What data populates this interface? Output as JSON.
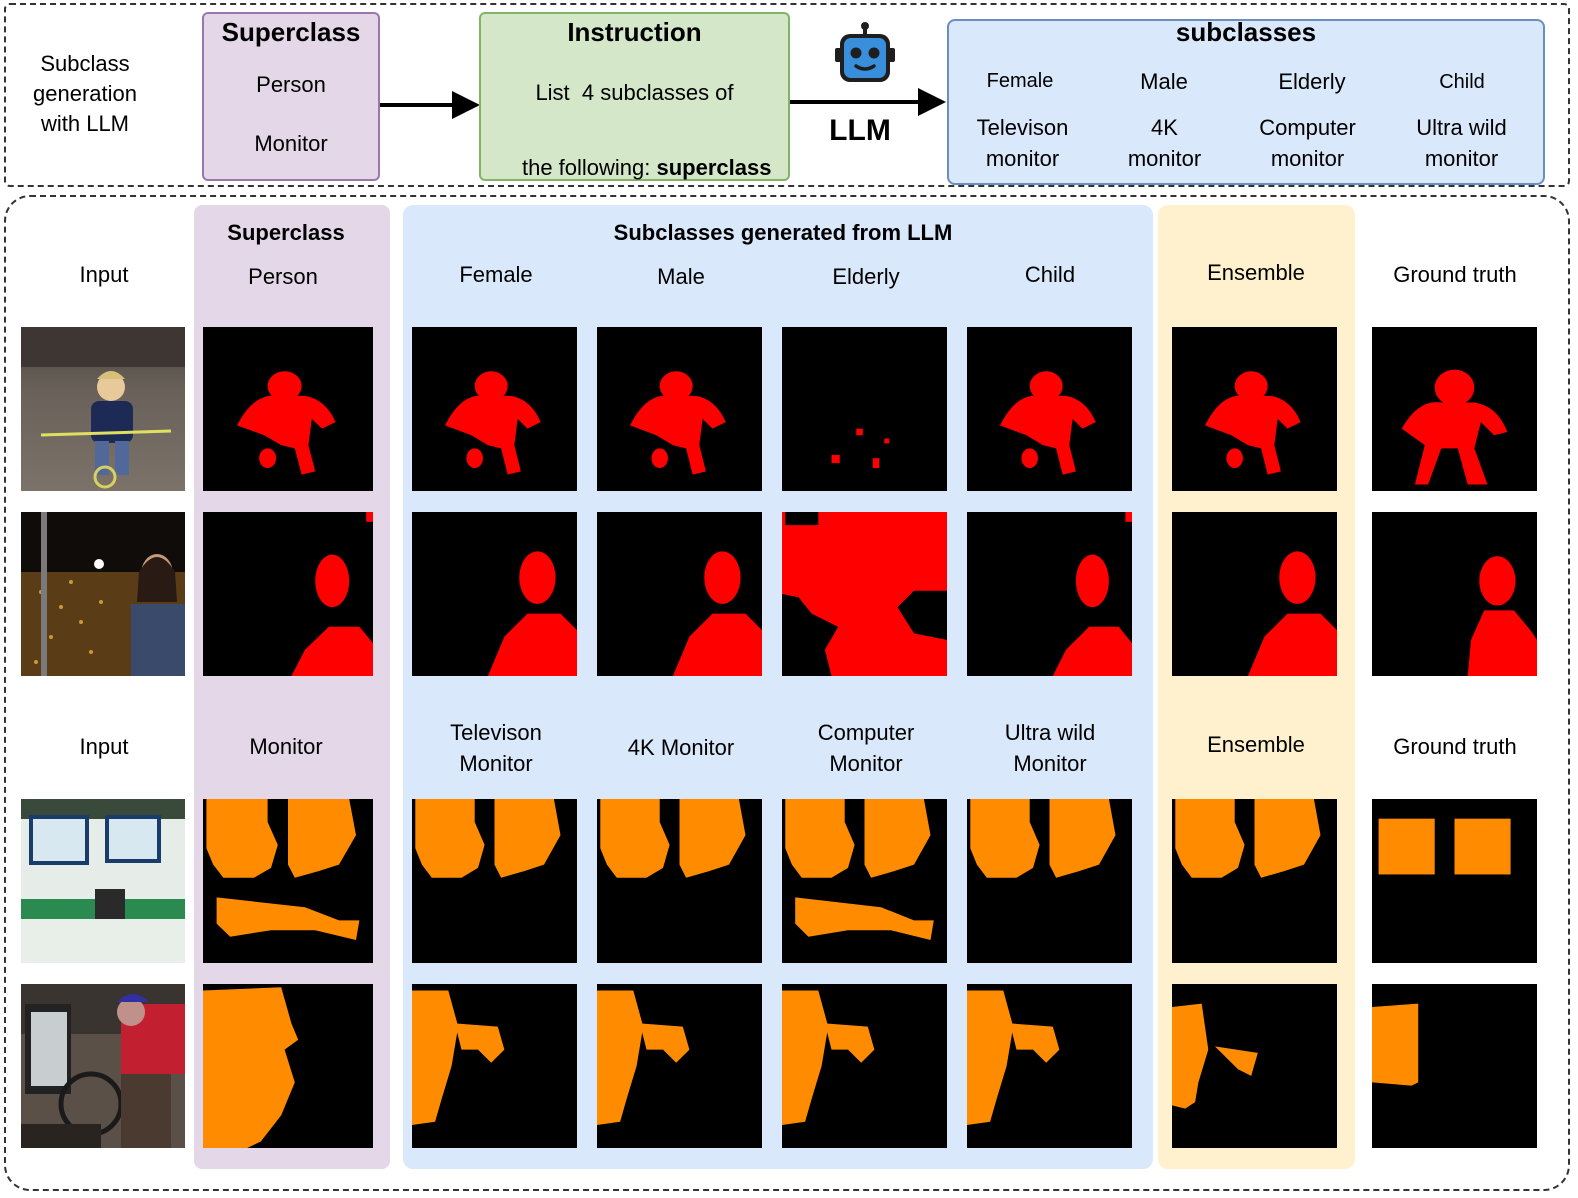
{
  "top": {
    "left_label": [
      "Subclass",
      "generation",
      "with LLM"
    ],
    "superclass_box": {
      "title": "Superclass",
      "items": [
        "Person",
        "Monitor"
      ]
    },
    "instruction_box": {
      "title": "Instruction",
      "line1": "List  4 subclasses of",
      "line2_prefix": "the following: ",
      "line2_bold": "superclass"
    },
    "llm_label": "LLM",
    "subclasses_box": {
      "title": "subclasses",
      "row1": [
        "Female",
        "Male",
        "Elderly",
        "Child"
      ],
      "row2": [
        [
          "Televison",
          "monitor"
        ],
        [
          "4K",
          "monitor"
        ],
        [
          "Computer",
          "monitor"
        ],
        [
          "Ultra wild",
          "monitor"
        ]
      ]
    }
  },
  "grid": {
    "person_section": {
      "input_label": "Input",
      "superclass_title": "Superclass",
      "superclass_name": "Person",
      "llm_title": "Subclasses generated from LLM",
      "subclasses": [
        "Female",
        "Male",
        "Elderly",
        "Child"
      ],
      "ensemble_label": "Ensemble",
      "ground_truth_label": "Ground truth"
    },
    "monitor_section": {
      "input_label": "Input",
      "superclass_name": "Monitor",
      "subclasses": [
        [
          "Televison",
          "Monitor"
        ],
        [
          "4K Monitor"
        ],
        [
          "Computer",
          "Monitor"
        ],
        [
          "Ultra wild",
          "Monitor"
        ]
      ],
      "ensemble_label": "Ensemble",
      "ground_truth_label": "Ground truth"
    },
    "mask_colors": {
      "person": "#ff0000",
      "monitor": "#ff8c00"
    }
  },
  "colors": {
    "purple_fill": "#e3d7e8",
    "green_fill": "#d4e8c9",
    "blue_fill": "#dae8fb",
    "yellow_fill": "#fff1cd"
  },
  "icons": [
    "robot-icon",
    "arrow-right-icon"
  ]
}
